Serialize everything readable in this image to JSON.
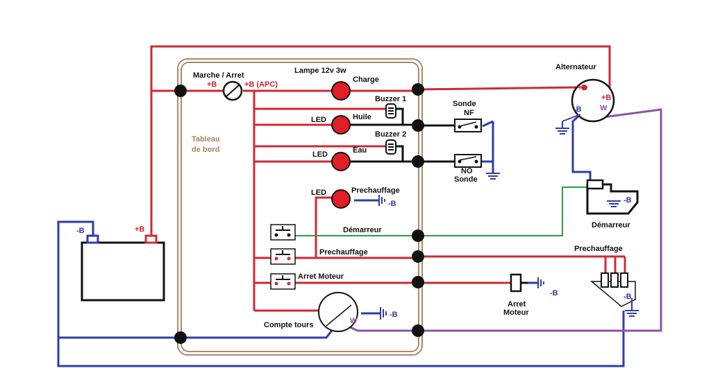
{
  "colors": {
    "red": "#cc2a35",
    "blue": "#2e3ca8",
    "black": "#111111",
    "green": "#2f9a4a",
    "purple": "#8a55a3",
    "brown": "#a88a6a",
    "lamp": "#e01f26"
  },
  "labels": {
    "marche_arret": "Marche / Arret",
    "plus_b": "+B",
    "plus_b_apc": "+B (APC)",
    "lampe": "Lampe 12v 3w",
    "charge": "Charge",
    "buzzer1": "Buzzer 1",
    "buzzer2": "Buzzer 2",
    "led": "LED",
    "huile": "Huile",
    "eau": "Eau",
    "prechauffage": "Prechauffage",
    "moins_b": "-B",
    "tableau_l1": "Tableau",
    "tableau_l2": "de bord",
    "demarreur_wire": "Démarreur",
    "prechauffage_wire": "Prechauffage",
    "arret_moteur_wire": "Arret  Moteur",
    "compte_tours": "Compte tours",
    "w": "W",
    "sonde_nf_1": "Sonde",
    "sonde_nf_2": "NF",
    "sonde_no_1": "NO",
    "sonde_no_2": "Sonde",
    "alternateur": "Alternateur",
    "plus_d": "+D",
    "demarreur": "Démarreur",
    "prechauffage_plugs": "Prechauffage",
    "arret_moteur_1": "Arret",
    "arret_moteur_2": "Moteur"
  }
}
